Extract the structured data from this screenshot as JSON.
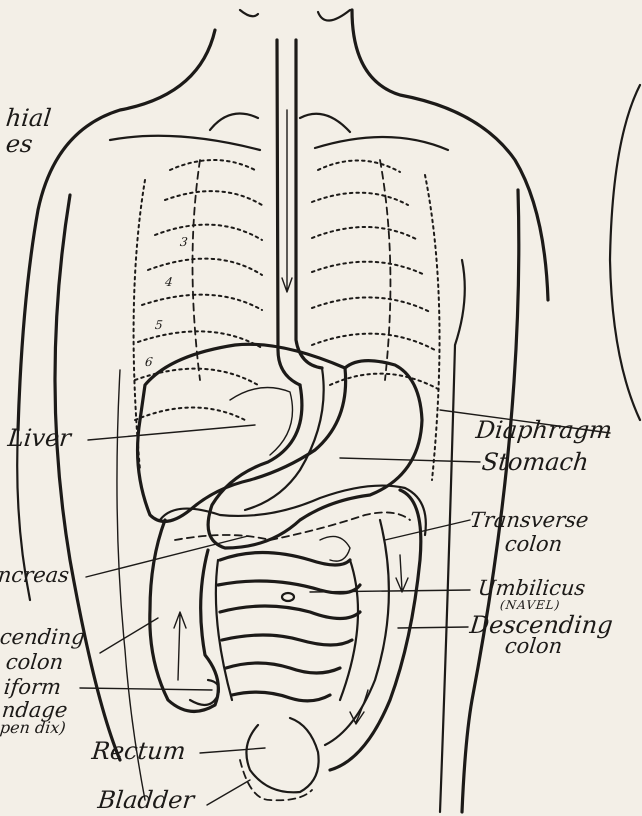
{
  "labels": {
    "bronchial_fragment_1": "hial",
    "bronchial_fragment_2": "es",
    "liver": "Liver",
    "pancreas": "ncreas",
    "ascending_colon_1": "cending",
    "ascending_colon_2": "colon",
    "appendix_1": "iform",
    "appendix_2": "ndage",
    "appendix_3": "pen dix)",
    "rectum": "Rectum",
    "bladder": "Bladder",
    "diaphragm": "Diaphragm",
    "stomach": "Stomach",
    "transverse_colon_1": "Transverse",
    "transverse_colon_2": "colon",
    "umbilicus": "Umbilicus",
    "navel": "(NAVEL)",
    "descending_colon_1": "Descending",
    "descending_colon_2": "colon"
  },
  "rib_numbers": [
    "3",
    "4",
    "5",
    "6"
  ]
}
